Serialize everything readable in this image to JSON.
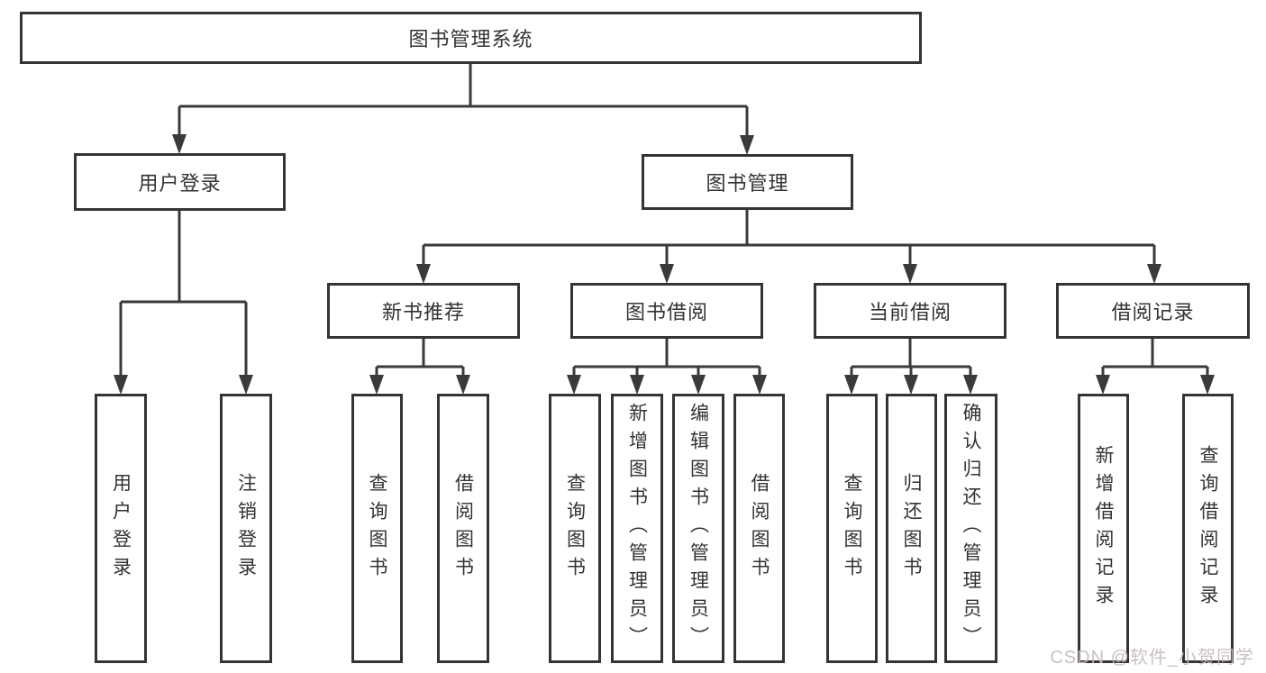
{
  "diagram": {
    "nodes": {
      "root": "图书管理系统",
      "user_login": "用户登录",
      "book_mgmt": "图书管理",
      "new_book": "新书推荐",
      "book_borrow": "图书借阅",
      "current_borrow": "当前借阅",
      "borrow_record": "借阅记录",
      "leaf_user_login": "用户登录",
      "leaf_logout": "注销登录",
      "leaf_query_book_a": "查询图书",
      "leaf_borrow_book_a": "借阅图书",
      "leaf_query_book_b": "查询图书",
      "leaf_add_book": "新增图书（管理员）",
      "leaf_edit_book": "编辑图书（管理员）",
      "leaf_borrow_book_b": "借阅图书",
      "leaf_query_book_c": "查询图书",
      "leaf_return_book": "归还图书",
      "leaf_confirm_return": "确认归还（管理员）",
      "leaf_add_record": "新增借阅记录",
      "leaf_query_record": "查询借阅记录"
    },
    "edges": {
      "root": [
        "user_login",
        "book_mgmt"
      ],
      "user_login": [
        "leaf_user_login",
        "leaf_logout"
      ],
      "book_mgmt": [
        "new_book",
        "book_borrow",
        "current_borrow",
        "borrow_record"
      ],
      "new_book": [
        "leaf_query_book_a",
        "leaf_borrow_book_a"
      ],
      "book_borrow": [
        "leaf_query_book_b",
        "leaf_add_book",
        "leaf_edit_book",
        "leaf_borrow_book_b"
      ],
      "current_borrow": [
        "leaf_query_book_c",
        "leaf_return_book",
        "leaf_confirm_return"
      ],
      "borrow_record": [
        "leaf_add_record",
        "leaf_query_record"
      ]
    },
    "colors": {
      "line": "#3a3a3a",
      "box_border": "#343434",
      "text": "#333333",
      "background": "#ffffff",
      "watermark": "#c6bbbb"
    }
  },
  "watermark": {
    "text": "CSDN @软件_小贺同学"
  }
}
